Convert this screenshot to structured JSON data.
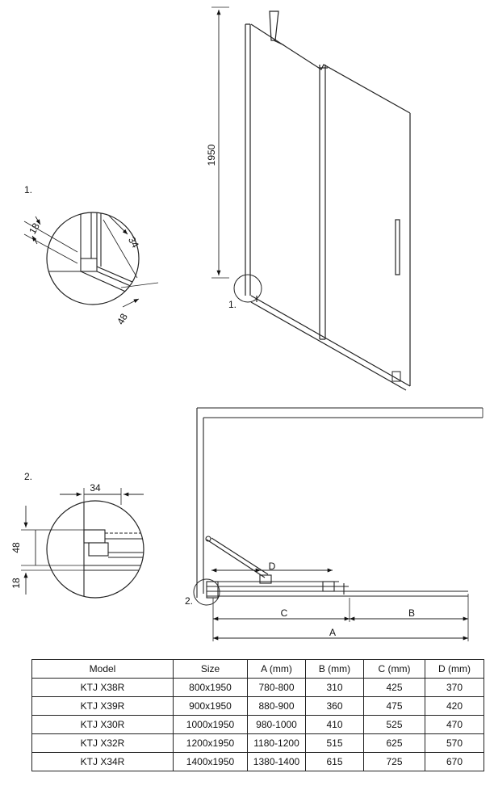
{
  "elevation": {
    "height_label": "1950",
    "detail_marker": "1."
  },
  "detail_1": {
    "number": "1.",
    "dim_a": "18",
    "dim_b": "34",
    "dim_c": "48"
  },
  "detail_2": {
    "number": "2.",
    "dim_width": "34",
    "dim_a": "48",
    "dim_b": "18"
  },
  "plan": {
    "detail_marker": "2.",
    "label_d": "D",
    "label_c": "C",
    "label_b": "B",
    "label_a": "A"
  },
  "table": {
    "headers": [
      "Model",
      "Size",
      "A (mm)",
      "B (mm)",
      "C (mm)",
      "D (mm)"
    ],
    "rows": [
      [
        "KTJ X38R",
        "800x1950",
        "780-800",
        "310",
        "425",
        "370"
      ],
      [
        "KTJ X39R",
        "900x1950",
        "880-900",
        "360",
        "475",
        "420"
      ],
      [
        "KTJ X30R",
        "1000x1950",
        "980-1000",
        "410",
        "525",
        "470"
      ],
      [
        "KTJ X32R",
        "1200x1950",
        "1180-1200",
        "515",
        "625",
        "570"
      ],
      [
        "KTJ X34R",
        "1400x1950",
        "1380-1400",
        "615",
        "725",
        "670"
      ]
    ]
  }
}
